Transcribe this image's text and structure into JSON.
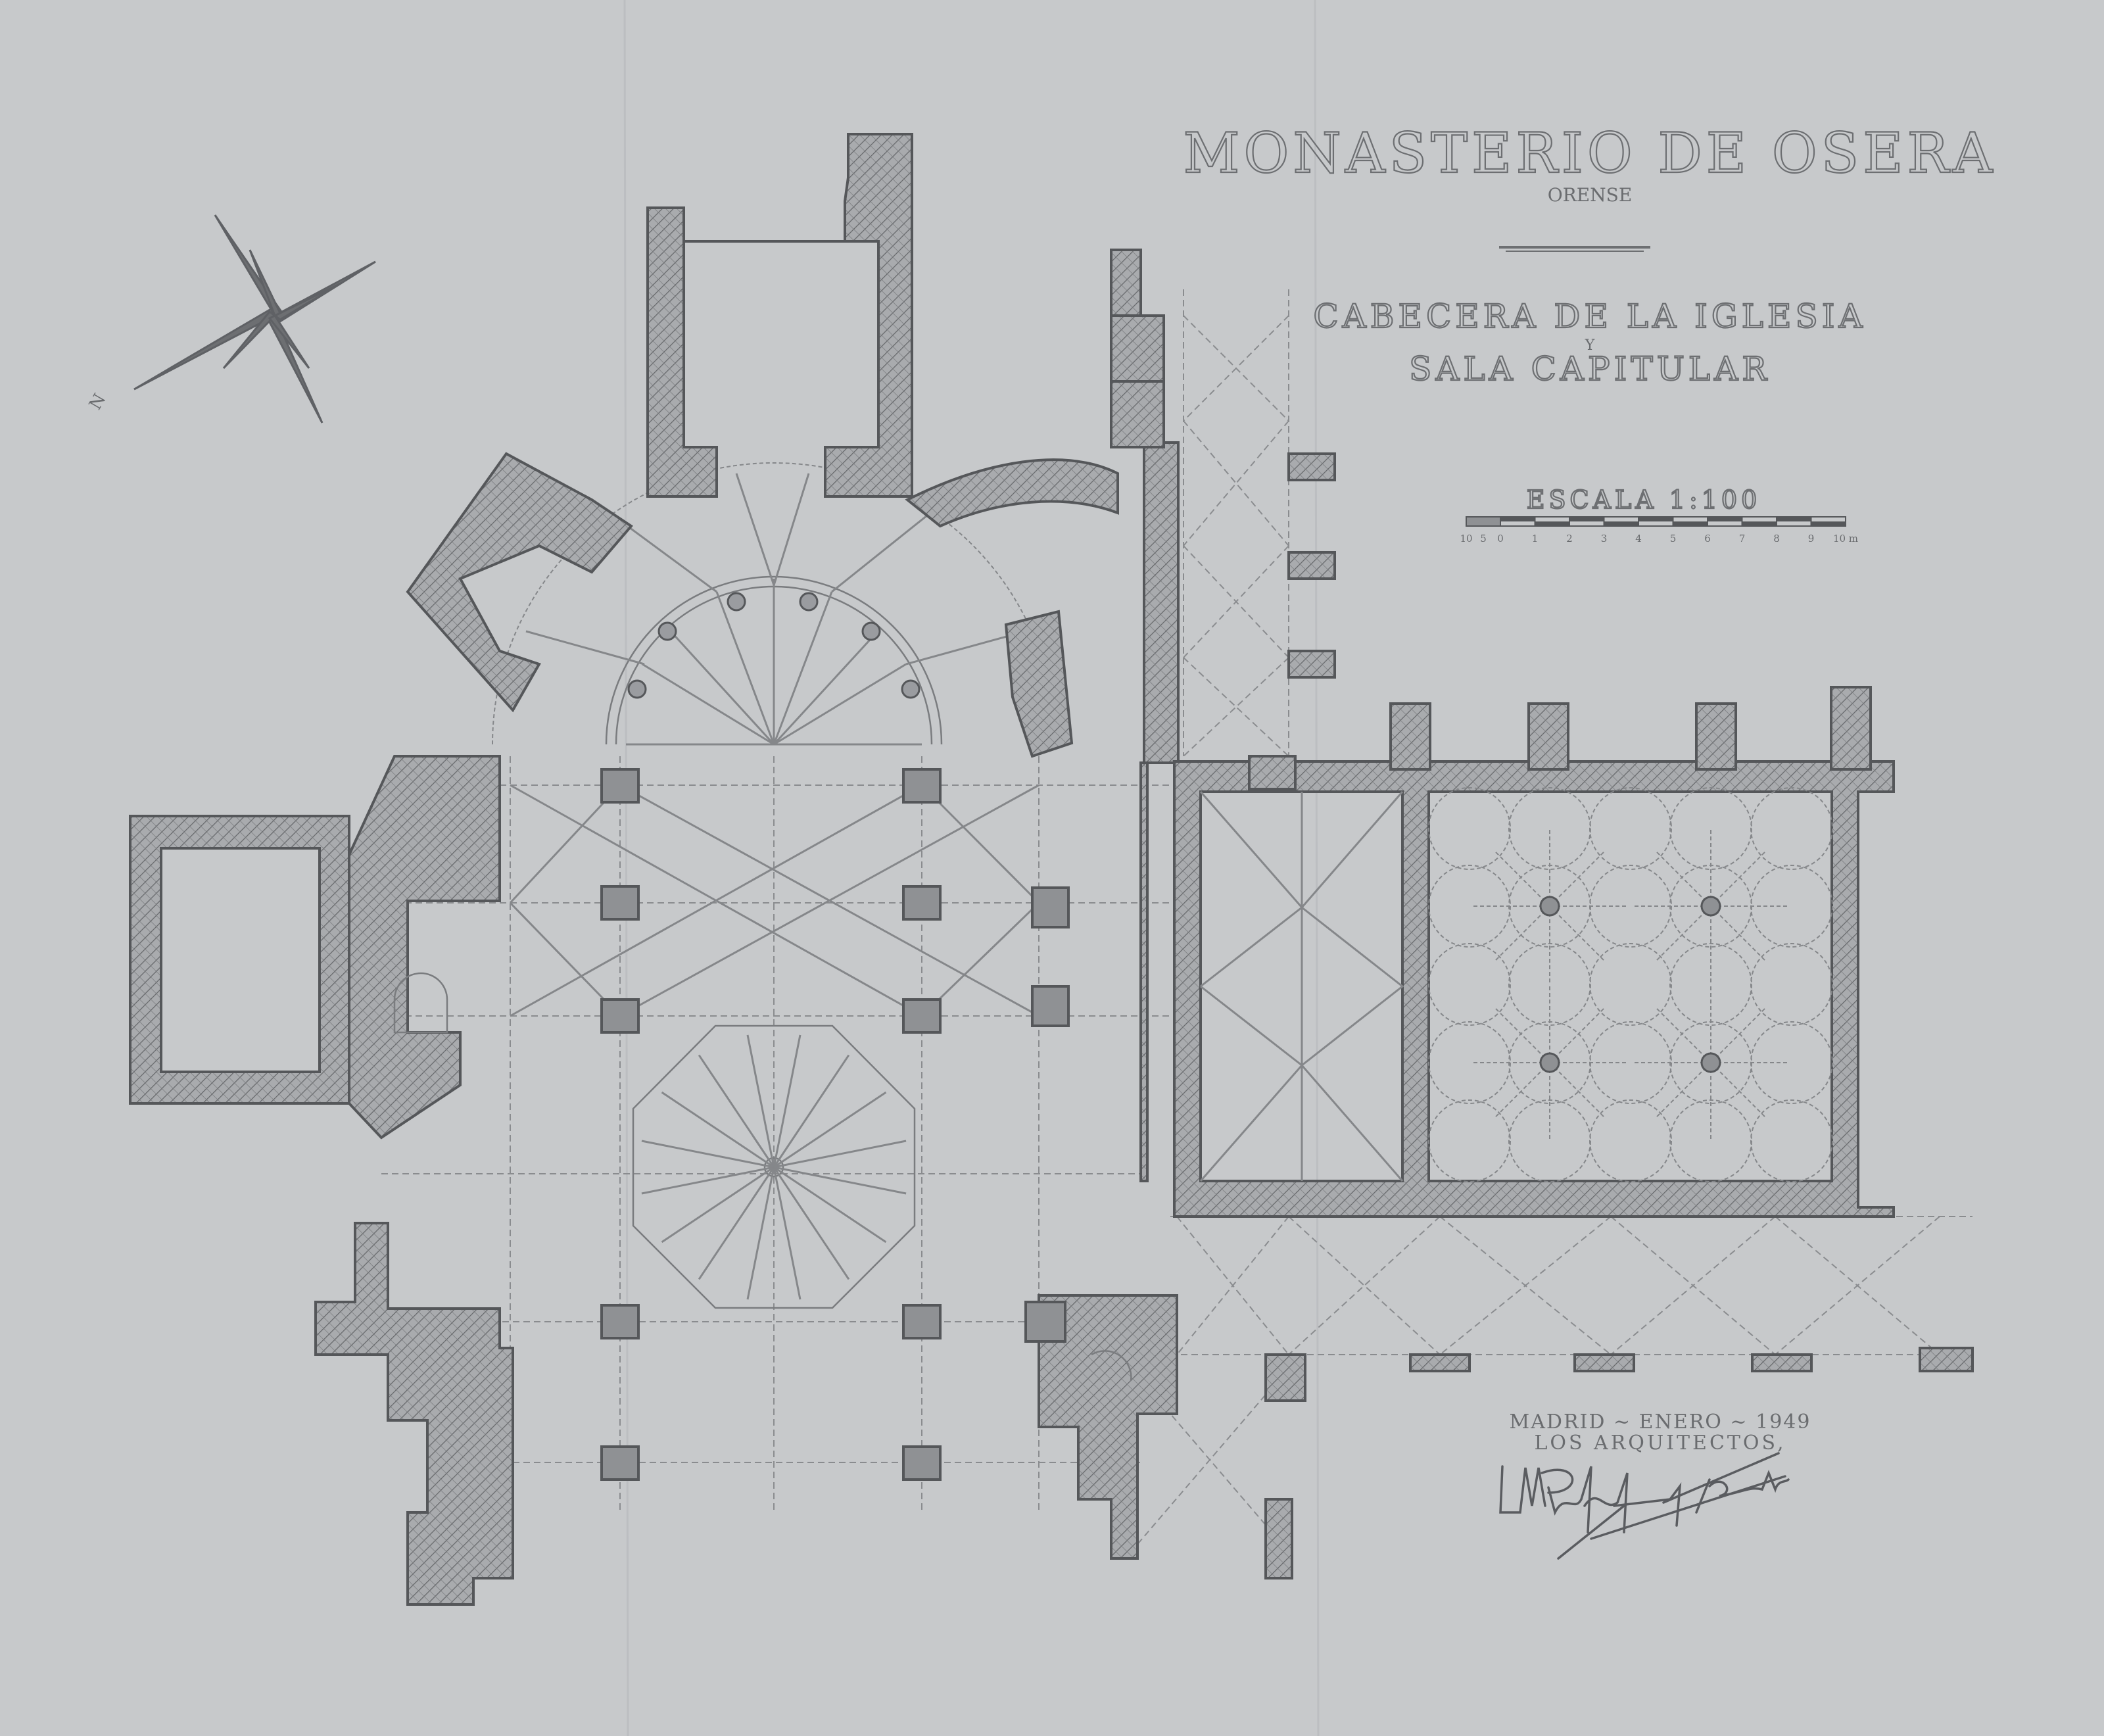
{
  "title": "MONASTERIO DE OSERA",
  "subtitle": "ORENSE",
  "drawing_title": {
    "line1": "CABECERA DE LA IGLESIA",
    "line2": "Y",
    "line3": "SALA CAPITULAR"
  },
  "scale": {
    "label": "ESCALA 1:100",
    "ticks": [
      "10",
      "5",
      "0",
      "1",
      "2",
      "3",
      "4",
      "5",
      "6",
      "7",
      "8",
      "9",
      "10 m"
    ]
  },
  "compass": {
    "north_label": "N"
  },
  "footer": {
    "place_date": "MADRID ~ ENERO ~ 1949",
    "authors": "LOS ARQUITECTOS,"
  },
  "signatures": [
    "L. M. Pidal",
    "J. Pons Sorolla"
  ]
}
